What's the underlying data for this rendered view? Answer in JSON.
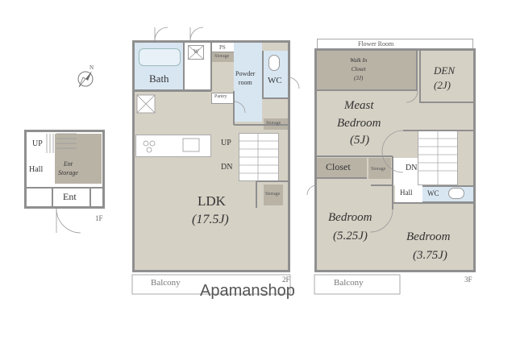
{
  "floor1": {
    "label": "1F",
    "up": "UP",
    "hall": "Hall",
    "storage": "Ent\nStorage",
    "ent": "Ent"
  },
  "floor2": {
    "label": "2F",
    "bath": "Bath",
    "ps": "PS",
    "w": "W",
    "storage_top": "Storage",
    "powder": "Powder\nroom",
    "wc": "WC",
    "pantry": "Pantry",
    "storage_mid": "Storage",
    "up": "UP",
    "dn": "DN",
    "storage_low": "Storage",
    "ldk": "LDK",
    "ldk_size": "(17.5J)",
    "balcony": "Balcony"
  },
  "floor3": {
    "label": "3F",
    "flower_room": "Flower Room",
    "walk_in_closet": "Walk In\nCloset\n(3J)",
    "den": "DEN",
    "den_size": "(2J)",
    "master": "Meast\nBedroom",
    "master_size": "(5J)",
    "closet": "Closet",
    "storage": "Storage",
    "dn": "DN",
    "hall": "Hall",
    "wc": "WC",
    "bed1": "Bedroom",
    "bed1_size": "(5.25J)",
    "bed2": "Bedroom",
    "bed2_size": "(3.75J)",
    "balcony": "Balcony"
  },
  "north_mark": "N",
  "watermark": "Apamanshop"
}
